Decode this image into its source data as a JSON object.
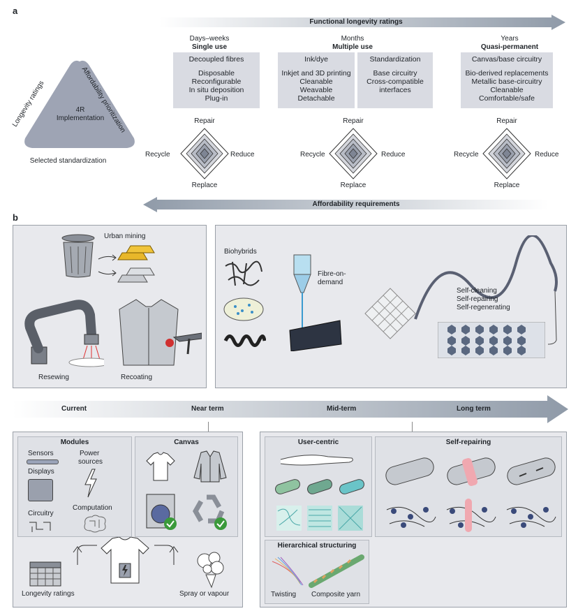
{
  "panel_a": {
    "letter": "a",
    "top_arrow_label": "Functional longevity ratings",
    "bottom_arrow_label": "Affordability requirements",
    "triangle": {
      "left_label": "Longevity ratings",
      "right_label": "Affordability prioritization",
      "bottom_label": "Selected standardization",
      "center_label_line1": "4R",
      "center_label_line2": "Implementation"
    },
    "columns": [
      {
        "duration": "Days–weeks",
        "title": "Single use",
        "items": [
          "Decoupled fibres",
          "",
          "Disposable",
          "Reconfigurable",
          "In situ deposition",
          "Plug-in"
        ]
      },
      {
        "duration": "Months",
        "title": "Multiple use"
      },
      {
        "duration": "Years",
        "title": "Quasi-permanent",
        "items": [
          "Canvas/base circuitry",
          "",
          "Bio-derived replacements",
          "Metallic base-circuitry",
          "Cleanable",
          "Comfortable/safe"
        ]
      }
    ],
    "months_cards": [
      {
        "items": [
          "Ink/dye",
          "",
          "Inkjet and 3D printing",
          "Cleanable",
          "Weavable",
          "Detachable"
        ]
      },
      {
        "items": [
          "Standardization",
          "",
          "Base circuitry",
          "Cross-compatible",
          "interfaces"
        ]
      }
    ],
    "radar_labels": {
      "top": "Repair",
      "left": "Recycle",
      "right": "Reduce",
      "bottom": "Replace"
    }
  },
  "panel_b": {
    "letter": "b",
    "current_box": {
      "urban_mining": "Urban mining",
      "resewing": "Resewing",
      "recoating": "Recoating"
    },
    "future_box": {
      "biohybrids": "Biohybrids",
      "fibre_on_demand_line1": "Fibre-on-",
      "fibre_on_demand_line2": "demand",
      "self_cleaning": "Self-cleaning",
      "self_repairing": "Self-repairing",
      "self_regenerating": "Self-regenerating"
    },
    "timeline": [
      "Current",
      "Near term",
      "Mid-term",
      "Long term"
    ],
    "modules": {
      "title": "Modules",
      "sensors": "Sensors",
      "displays": "Displays",
      "circuitry": "Circuitry",
      "power_line1": "Power",
      "power_line2": "sources",
      "computation": "Computation"
    },
    "canvas": {
      "title": "Canvas"
    },
    "longevity_ratings": "Longevity ratings",
    "spray": "Spray or vapour",
    "user_centric": "User-centric",
    "self_repairing": "Self-repairing",
    "hierarchical": {
      "title": "Hierarchical structuring",
      "twisting": "Twisting",
      "composite": "Composite yarn"
    }
  },
  "colors": {
    "card": "#d9dbe2",
    "arrow": "#9fa9b5",
    "panel": "#e8e9ed",
    "check": "#3a9a3a"
  }
}
